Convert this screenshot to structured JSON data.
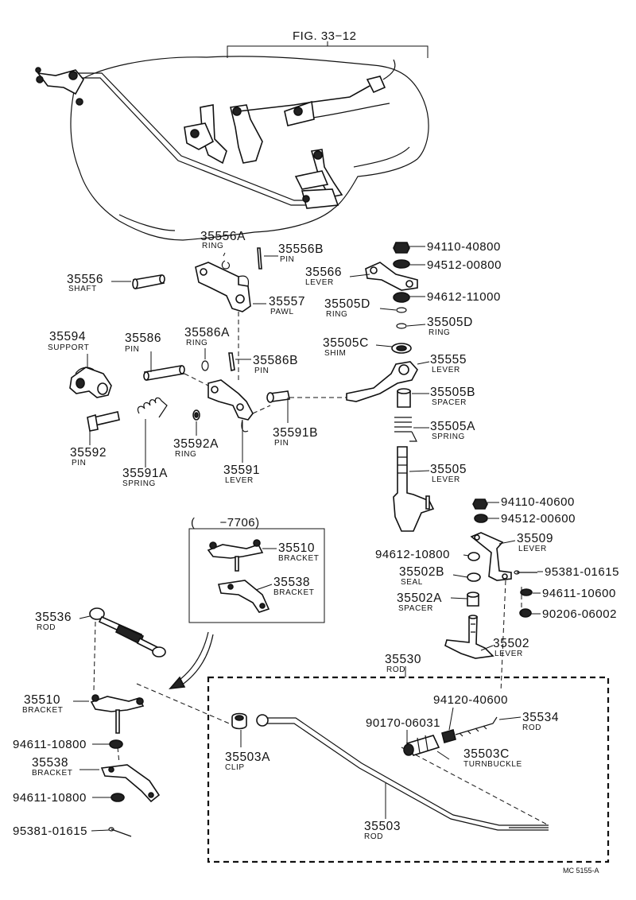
{
  "figure": {
    "title": "FIG. 33−12",
    "inset_label": "(  −7706)",
    "footer_code": "MC 5155-A"
  },
  "callouts": [
    {
      "num": "35556A",
      "name": "RING"
    },
    {
      "num": "35556B",
      "name": "PIN"
    },
    {
      "num": "35556",
      "name": "SHAFT"
    },
    {
      "num": "35557",
      "name": "PAWL"
    },
    {
      "num": "35594",
      "name": "SUPPORT"
    },
    {
      "num": "35586",
      "name": "PIN"
    },
    {
      "num": "35586A",
      "name": "RING"
    },
    {
      "num": "35586B",
      "name": "PIN"
    },
    {
      "num": "35592",
      "name": "PIN"
    },
    {
      "num": "35591A",
      "name": "SPRING"
    },
    {
      "num": "35592A",
      "name": "RING"
    },
    {
      "num": "35591",
      "name": "LEVER"
    },
    {
      "num": "35591B",
      "name": "PIN"
    },
    {
      "num": "94110-40800",
      "name": ""
    },
    {
      "num": "94512-00800",
      "name": ""
    },
    {
      "num": "35566",
      "name": "LEVER"
    },
    {
      "num": "94612-11000",
      "name": ""
    },
    {
      "num": "35505D",
      "name": "RING"
    },
    {
      "num": "35505D",
      "name": "RING"
    },
    {
      "num": "35505C",
      "name": "SHIM"
    },
    {
      "num": "35555",
      "name": "LEVER"
    },
    {
      "num": "35505B",
      "name": "SPACER"
    },
    {
      "num": "35505A",
      "name": "SPRING"
    },
    {
      "num": "35505",
      "name": "LEVER"
    },
    {
      "num": "94110-40600",
      "name": ""
    },
    {
      "num": "94512-00600",
      "name": ""
    },
    {
      "num": "35509",
      "name": "LEVER"
    },
    {
      "num": "94612-10800",
      "name": ""
    },
    {
      "num": "95381-01615",
      "name": ""
    },
    {
      "num": "35502B",
      "name": "SEAL"
    },
    {
      "num": "94611-10600",
      "name": ""
    },
    {
      "num": "35502A",
      "name": "SPACER"
    },
    {
      "num": "90206-06002",
      "name": ""
    },
    {
      "num": "35502",
      "name": "LEVER"
    },
    {
      "num": "35510",
      "name": "BRACKET"
    },
    {
      "num": "35538",
      "name": "BRACKET"
    },
    {
      "num": "35536",
      "name": "ROD"
    },
    {
      "num": "35530",
      "name": "ROD"
    },
    {
      "num": "35510",
      "name": "BRACKET"
    },
    {
      "num": "94611-10800",
      "name": ""
    },
    {
      "num": "35538",
      "name": "BRACKET"
    },
    {
      "num": "94611-10800",
      "name": ""
    },
    {
      "num": "95381-01615",
      "name": ""
    },
    {
      "num": "94120-40600",
      "name": ""
    },
    {
      "num": "90170-06031",
      "name": ""
    },
    {
      "num": "35534",
      "name": "ROD"
    },
    {
      "num": "35503A",
      "name": "CLIP"
    },
    {
      "num": "35503C",
      "name": "TURNBUCKLE"
    },
    {
      "num": "35503",
      "name": "ROD"
    }
  ]
}
